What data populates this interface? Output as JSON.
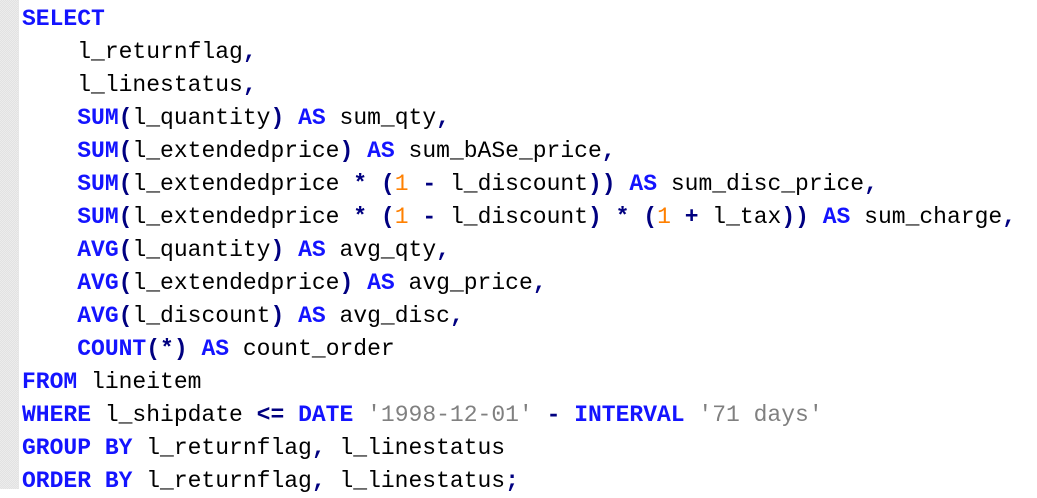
{
  "editor": {
    "language": "SQL",
    "colors": {
      "keyword": "#1414ff",
      "operator": "#000080",
      "number": "#ff8000",
      "string": "#808080",
      "identifier": "#000000"
    },
    "lines": [
      [
        {
          "t": "kw",
          "v": "SELECT"
        }
      ],
      [
        {
          "t": "id",
          "v": "    l_returnflag"
        },
        {
          "t": "op",
          "v": ","
        }
      ],
      [
        {
          "t": "id",
          "v": "    l_linestatus"
        },
        {
          "t": "op",
          "v": ","
        }
      ],
      [
        {
          "t": "id",
          "v": "    "
        },
        {
          "t": "kw",
          "v": "SUM"
        },
        {
          "t": "op",
          "v": "("
        },
        {
          "t": "id",
          "v": "l_quantity"
        },
        {
          "t": "op",
          "v": ")"
        },
        {
          "t": "id",
          "v": " "
        },
        {
          "t": "kw",
          "v": "AS"
        },
        {
          "t": "id",
          "v": " sum_qty"
        },
        {
          "t": "op",
          "v": ","
        }
      ],
      [
        {
          "t": "id",
          "v": "    "
        },
        {
          "t": "kw",
          "v": "SUM"
        },
        {
          "t": "op",
          "v": "("
        },
        {
          "t": "id",
          "v": "l_extendedprice"
        },
        {
          "t": "op",
          "v": ")"
        },
        {
          "t": "id",
          "v": " "
        },
        {
          "t": "kw",
          "v": "AS"
        },
        {
          "t": "id",
          "v": " sum_bASe_price"
        },
        {
          "t": "op",
          "v": ","
        }
      ],
      [
        {
          "t": "id",
          "v": "    "
        },
        {
          "t": "kw",
          "v": "SUM"
        },
        {
          "t": "op",
          "v": "("
        },
        {
          "t": "id",
          "v": "l_extendedprice "
        },
        {
          "t": "op",
          "v": "*"
        },
        {
          "t": "id",
          "v": " "
        },
        {
          "t": "op",
          "v": "("
        },
        {
          "t": "num",
          "v": "1"
        },
        {
          "t": "id",
          "v": " "
        },
        {
          "t": "op",
          "v": "-"
        },
        {
          "t": "id",
          "v": " l_discount"
        },
        {
          "t": "op",
          "v": "))"
        },
        {
          "t": "id",
          "v": " "
        },
        {
          "t": "kw",
          "v": "AS"
        },
        {
          "t": "id",
          "v": " sum_disc_price"
        },
        {
          "t": "op",
          "v": ","
        }
      ],
      [
        {
          "t": "id",
          "v": "    "
        },
        {
          "t": "kw",
          "v": "SUM"
        },
        {
          "t": "op",
          "v": "("
        },
        {
          "t": "id",
          "v": "l_extendedprice "
        },
        {
          "t": "op",
          "v": "*"
        },
        {
          "t": "id",
          "v": " "
        },
        {
          "t": "op",
          "v": "("
        },
        {
          "t": "num",
          "v": "1"
        },
        {
          "t": "id",
          "v": " "
        },
        {
          "t": "op",
          "v": "-"
        },
        {
          "t": "id",
          "v": " l_discount"
        },
        {
          "t": "op",
          "v": ")"
        },
        {
          "t": "id",
          "v": " "
        },
        {
          "t": "op",
          "v": "*"
        },
        {
          "t": "id",
          "v": " "
        },
        {
          "t": "op",
          "v": "("
        },
        {
          "t": "num",
          "v": "1"
        },
        {
          "t": "id",
          "v": " "
        },
        {
          "t": "op",
          "v": "+"
        },
        {
          "t": "id",
          "v": " l_tax"
        },
        {
          "t": "op",
          "v": "))"
        },
        {
          "t": "id",
          "v": " "
        },
        {
          "t": "kw",
          "v": "AS"
        },
        {
          "t": "id",
          "v": " sum_charge"
        },
        {
          "t": "op",
          "v": ","
        }
      ],
      [
        {
          "t": "id",
          "v": "    "
        },
        {
          "t": "kw",
          "v": "AVG"
        },
        {
          "t": "op",
          "v": "("
        },
        {
          "t": "id",
          "v": "l_quantity"
        },
        {
          "t": "op",
          "v": ")"
        },
        {
          "t": "id",
          "v": " "
        },
        {
          "t": "kw",
          "v": "AS"
        },
        {
          "t": "id",
          "v": " avg_qty"
        },
        {
          "t": "op",
          "v": ","
        }
      ],
      [
        {
          "t": "id",
          "v": "    "
        },
        {
          "t": "kw",
          "v": "AVG"
        },
        {
          "t": "op",
          "v": "("
        },
        {
          "t": "id",
          "v": "l_extendedprice"
        },
        {
          "t": "op",
          "v": ")"
        },
        {
          "t": "id",
          "v": " "
        },
        {
          "t": "kw",
          "v": "AS"
        },
        {
          "t": "id",
          "v": " avg_price"
        },
        {
          "t": "op",
          "v": ","
        }
      ],
      [
        {
          "t": "id",
          "v": "    "
        },
        {
          "t": "kw",
          "v": "AVG"
        },
        {
          "t": "op",
          "v": "("
        },
        {
          "t": "id",
          "v": "l_discount"
        },
        {
          "t": "op",
          "v": ")"
        },
        {
          "t": "id",
          "v": " "
        },
        {
          "t": "kw",
          "v": "AS"
        },
        {
          "t": "id",
          "v": " avg_disc"
        },
        {
          "t": "op",
          "v": ","
        }
      ],
      [
        {
          "t": "id",
          "v": "    "
        },
        {
          "t": "kw",
          "v": "COUNT"
        },
        {
          "t": "op",
          "v": "(*)"
        },
        {
          "t": "id",
          "v": " "
        },
        {
          "t": "kw",
          "v": "AS"
        },
        {
          "t": "id",
          "v": " count_order"
        }
      ],
      [
        {
          "t": "kw",
          "v": "FROM"
        },
        {
          "t": "id",
          "v": " lineitem"
        }
      ],
      [
        {
          "t": "kw",
          "v": "WHERE"
        },
        {
          "t": "id",
          "v": " l_shipdate "
        },
        {
          "t": "op",
          "v": "<="
        },
        {
          "t": "id",
          "v": " "
        },
        {
          "t": "kw",
          "v": "DATE"
        },
        {
          "t": "id",
          "v": " "
        },
        {
          "t": "str",
          "v": "'1998-12-01'"
        },
        {
          "t": "id",
          "v": " "
        },
        {
          "t": "op",
          "v": "-"
        },
        {
          "t": "id",
          "v": " "
        },
        {
          "t": "kw",
          "v": "INTERVAL"
        },
        {
          "t": "id",
          "v": " "
        },
        {
          "t": "str",
          "v": "'71 days'"
        }
      ],
      [
        {
          "t": "kw",
          "v": "GROUP BY"
        },
        {
          "t": "id",
          "v": " l_returnflag"
        },
        {
          "t": "op",
          "v": ","
        },
        {
          "t": "id",
          "v": " l_linestatus"
        }
      ],
      [
        {
          "t": "kw",
          "v": "ORDER BY"
        },
        {
          "t": "id",
          "v": " l_returnflag"
        },
        {
          "t": "op",
          "v": ","
        },
        {
          "t": "id",
          "v": " l_linestatus"
        },
        {
          "t": "op",
          "v": ";"
        }
      ]
    ]
  }
}
